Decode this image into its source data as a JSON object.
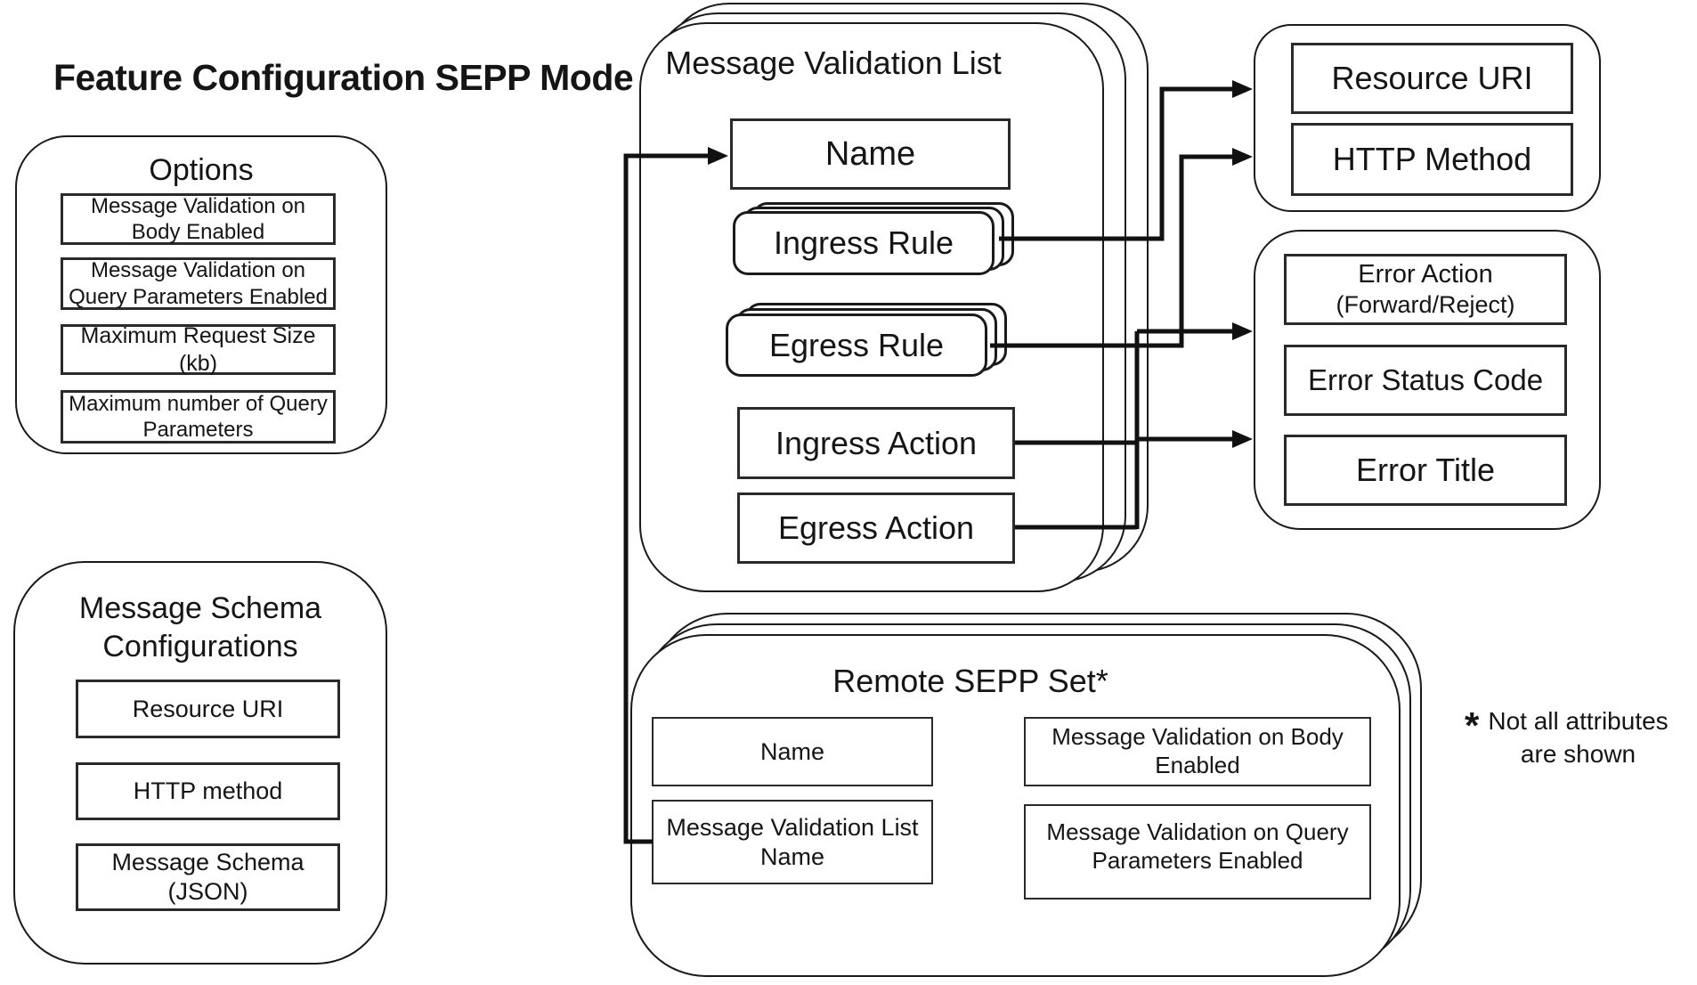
{
  "title": "Feature Configuration SEPP Mode",
  "options": {
    "title": "Options",
    "items": [
      "Message Validation on\nBody Enabled",
      "Message Validation on\nQuery Parameters Enabled",
      "Maximum Request Size (kb)",
      "Maximum number of Query\nParameters"
    ]
  },
  "message_schema": {
    "title": "Message Schema Configurations",
    "items": [
      "Resource URI",
      "HTTP method",
      "Message Schema (JSON)"
    ]
  },
  "validation_list": {
    "title": "Message Validation List",
    "name_label": "Name",
    "ingress_rule": "Ingress Rule",
    "egress_rule": "Egress Rule",
    "ingress_action": "Ingress Action",
    "egress_action": "Egress Action"
  },
  "request_target": {
    "resource_uri": "Resource URI",
    "http_method": "HTTP Method"
  },
  "error_config": {
    "action": "Error Action",
    "action_sub": "(Forward/Reject)",
    "status_code": "Error Status Code",
    "error_title": "Error Title"
  },
  "remote_sepp_set": {
    "title": "Remote SEPP Set*",
    "name_label": "Name",
    "mvl_name": "Message Validation List\nName",
    "body_enabled": "Message Validation on Body\nEnabled",
    "query_enabled": "Message Validation on Query\nParameters Enabled"
  },
  "footnote": {
    "asterisk": "*",
    "text": "Not all attributes\nare shown"
  },
  "colors": {
    "ink": "#151515",
    "background": "#ffffff"
  }
}
